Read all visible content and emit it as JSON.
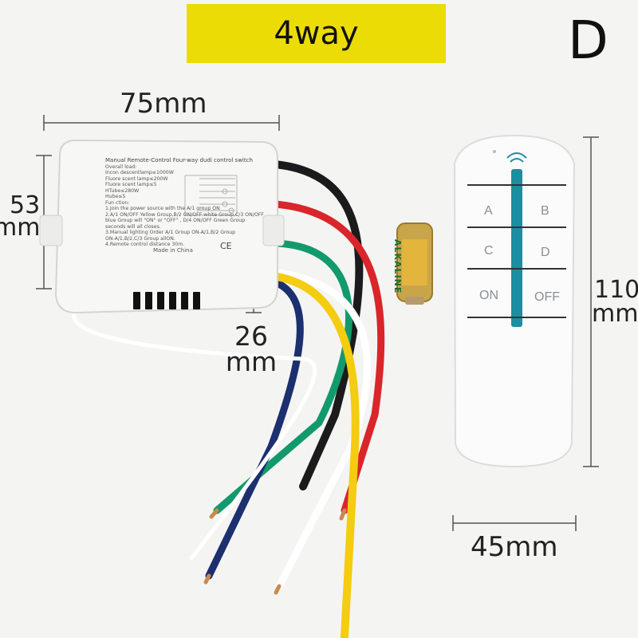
{
  "banner": {
    "text": "4way"
  },
  "variant_letter": "D",
  "dimensions": {
    "module_width": "75mm",
    "module_height_value": "53",
    "module_height_unit": "mm",
    "module_depth_value": "26",
    "module_depth_unit": "mm",
    "remote_height_value": "110",
    "remote_height_unit": "mm",
    "remote_width": "45mm"
  },
  "receiver_label": {
    "title": "Manual Remote-Control Four-way dudi control switch",
    "lines": [
      "Overall load:",
      "Incon descentlamp≤1000W",
      "Fluore scent lamp≤200W",
      "Fluore scent lamp≤5",
      "HTube≤280W",
      "Hube≤5",
      "Fun ction:",
      "1.Join the power source with the A/1 group ON",
      "2.A/1 ON/OFF Yellow Group,B/2 ON/OFF white Group,C/3 ON/OFF",
      "  blue Group will \"ON\" or \"OFF\" , D/4 ON/OFF Green Group",
      "  seconds will all closes.",
      "3.Manual lighting Order A/1 Group ON-A/1,B/2 Group",
      "  ON-A/1,B/2,C/3 Group allON.",
      "4.Remote control distance 30m."
    ],
    "origin": "Made in China",
    "ce_mark": "CE"
  },
  "remote_buttons": [
    "A",
    "B",
    "C",
    "D",
    "ON",
    "OFF"
  ],
  "battery_text": "ALKALINE",
  "colors": {
    "banner": "#ebdc06",
    "wire_black": "#1b1b1b",
    "wire_red": "#d8262a",
    "wire_green": "#129a6c",
    "wire_white": "#ffffff",
    "wire_yellow": "#f4cc10",
    "wire_blue": "#1c2f6e",
    "remote_accent": "#1a8fa0"
  }
}
